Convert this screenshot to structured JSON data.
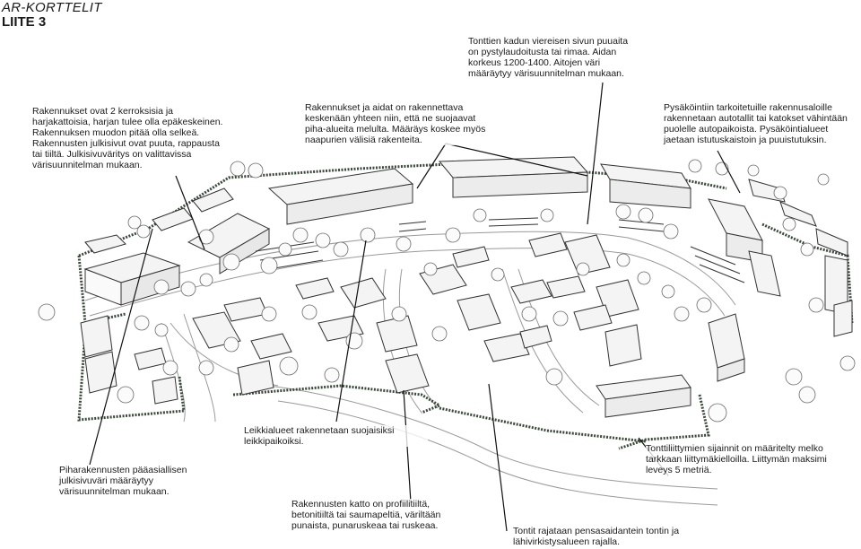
{
  "header": {
    "title": "AR-KORTTELIT",
    "subtitle": "LIITE 3"
  },
  "notes": {
    "fence": "Tonttien kadun viereisen sivun puuaita on pystylaudoitusta tai rimaa. Aidan korkeus 1200-1400. Aitojen väri määräytyy värisuunnitelman mukaan.",
    "buildings": "Rakennukset ovat 2 kerroksisia ja harjakattoisia, harjan tulee olla epäkeskeinen. Rakennuksen muodon pitää olla selkeä. Rakennusten julkisivut ovat puuta, rappausta tai tiiltä. Julkisivuväritys on valittavissa värisuunnitelman mukaan.",
    "walls": "Rakennukset ja aidat on rakennettava keskenään yhteen niin, että ne suojaavat piha-alueita melulta. Määräys koskee myös naapurien välisiä rakenteita.",
    "parking": "Pysäköintiin tarkoitetuille rakennusaloille rakennetaan autotallit tai katokset vähintään puolelle autopaikoista. Pysäköintialueet jaetaan istutuskaistoin ja puuistutuksin.",
    "play": "Leikkialueet rakennetaan suojaisiksi leikkipaikoiksi.",
    "access": "Tonttiliittymien sijainnit on määritelty melko tarkkaan liittymäkielloilla. Liittymän maksimi leveys 5 metriä.",
    "facade": "Piharakennusten pääasiallisen julkisivuväri määräytyy värisuunnitelman mukaan.",
    "roof": "Rakennusten katto on profiilitiiltä, betonitiiltä tai saumapeltiä, väriltään punaista, punaruskeaa tai ruskeaa.",
    "hedge": "Tontit rajataan pensasaidantein tontin ja lähivirkistysalueen rajalla."
  },
  "colors": {
    "ink": "#1a1a1a",
    "hedge": "#3a4a3a",
    "line": "#555555"
  }
}
